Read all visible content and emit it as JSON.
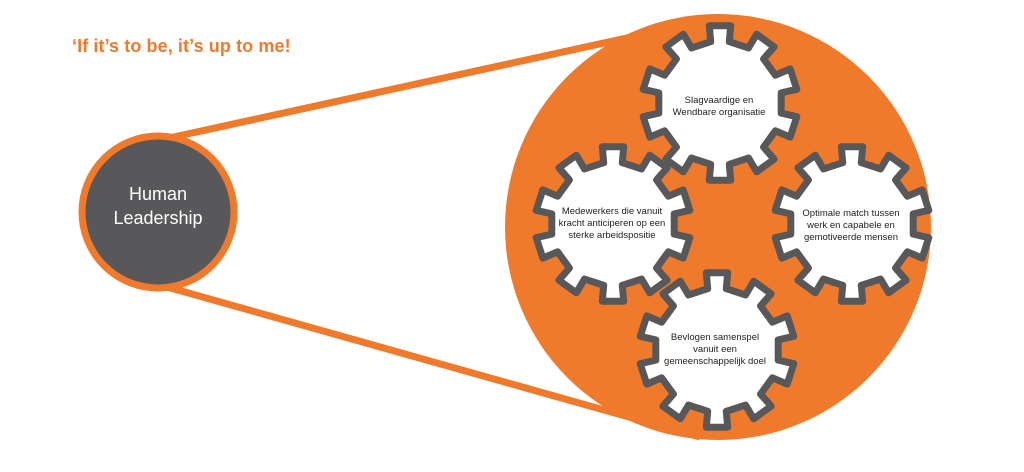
{
  "header": {
    "tagline": "‘If it’s to be, it’s up to me!"
  },
  "hub": {
    "lines": [
      "Human",
      "Leadership"
    ]
  },
  "gears": [
    {
      "id": "top",
      "lines": [
        "Slagvaardige en",
        "Wendbare organisatie"
      ]
    },
    {
      "id": "left",
      "lines": [
        "Medewerkers die vanuit",
        "kracht anticiperen op een",
        "sterke arbeidspositie"
      ]
    },
    {
      "id": "right",
      "lines": [
        "Optimale match tussen",
        "werk en capabele en",
        "gemotiveerde mensen"
      ]
    },
    {
      "id": "bottom",
      "lines": [
        "Bevlogen samenspel",
        "vanuit een",
        "gemeenschappelijk doel"
      ]
    }
  ],
  "colors": {
    "accent": "#f07a2b",
    "hub_fill": "#58585a",
    "gear_stroke": "#58585a",
    "gear_fill": "#ffffff"
  }
}
